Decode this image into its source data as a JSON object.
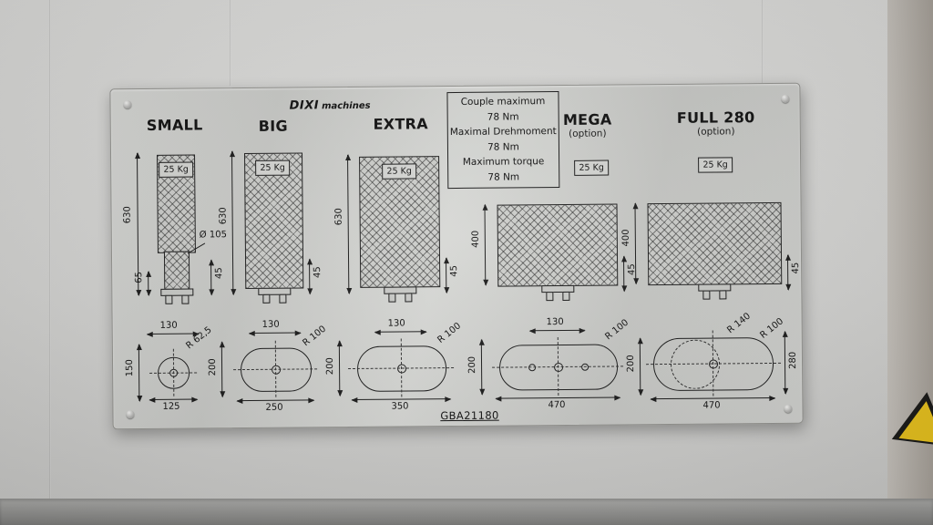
{
  "brand": {
    "name": "DIXI",
    "suffix": "machines"
  },
  "plate_code": "GBA21180",
  "torque_box": {
    "lines": [
      "Couple maximum",
      "78 Nm",
      "Maximal Drehmoment",
      "78 Nm",
      "Maximum torque",
      "78 Nm"
    ]
  },
  "columns": {
    "small": {
      "title": "SMALL",
      "weight": "25 Kg",
      "height": "630",
      "base": "65",
      "diameter": "Ø 105",
      "nose": "45",
      "foot_top": "130",
      "foot_radius": "R 62,5",
      "foot_left": "150",
      "foot_bottom": "125"
    },
    "big": {
      "title": "BIG",
      "weight": "25 Kg",
      "height": "630",
      "nose": "45",
      "foot_top": "130",
      "foot_radius": "R 100",
      "foot_left": "200",
      "foot_bottom": "250"
    },
    "extra": {
      "title": "EXTRA",
      "weight": "25 Kg",
      "height": "630",
      "nose": "45",
      "foot_top": "130",
      "foot_radius": "R 100",
      "foot_left": "200",
      "foot_bottom": "350"
    },
    "mega": {
      "title": "MEGA",
      "option": "(option)",
      "weight": "25 Kg",
      "height": "400",
      "nose": "45",
      "foot_top": "130",
      "foot_radius": "R 100",
      "foot_left": "200",
      "foot_bottom": "470"
    },
    "full280": {
      "title": "FULL 280",
      "option": "(option)",
      "weight": "25 Kg",
      "height": "400",
      "nose": "45",
      "foot_radius_outer": "R 140",
      "foot_radius": "R 100",
      "foot_left": "200",
      "foot_right": "280",
      "foot_bottom": "470"
    }
  },
  "colors": {
    "plate": "#cdcecb",
    "engraving": "#1c1c1c",
    "warning_yellow": "#e9c31e"
  }
}
